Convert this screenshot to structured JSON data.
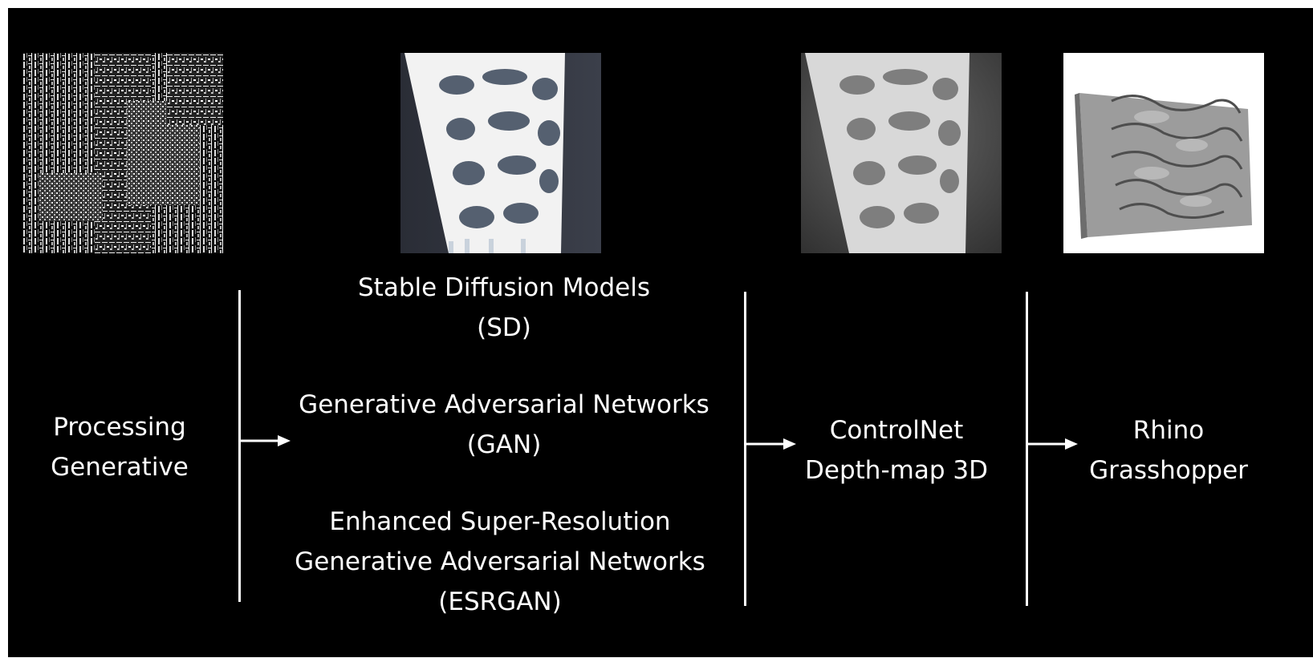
{
  "colors": {
    "background": "#000000",
    "foreground": "#ffffff"
  },
  "images": [
    {
      "name": "processing-noise-pattern"
    },
    {
      "name": "generated-facade-render"
    },
    {
      "name": "depth-map-render"
    },
    {
      "name": "rhino-3d-surface"
    }
  ],
  "stages": {
    "processing": {
      "line1": "Processing",
      "line2": "Generative"
    },
    "sd": {
      "line1": "Stable Diffusion Models",
      "line2": "(SD)"
    },
    "gan": {
      "line1": "Generative Adversarial Networks",
      "line2": "(GAN)"
    },
    "esrgan": {
      "line1": "Enhanced Super-Resolution",
      "line2": "Generative Adversarial Networks",
      "line3": "(ESRGAN)"
    },
    "controlnet": {
      "line1": "ControlNet",
      "line2": "Depth-map 3D"
    },
    "rhino": {
      "line1": "Rhino",
      "line2": "Grasshopper"
    }
  }
}
